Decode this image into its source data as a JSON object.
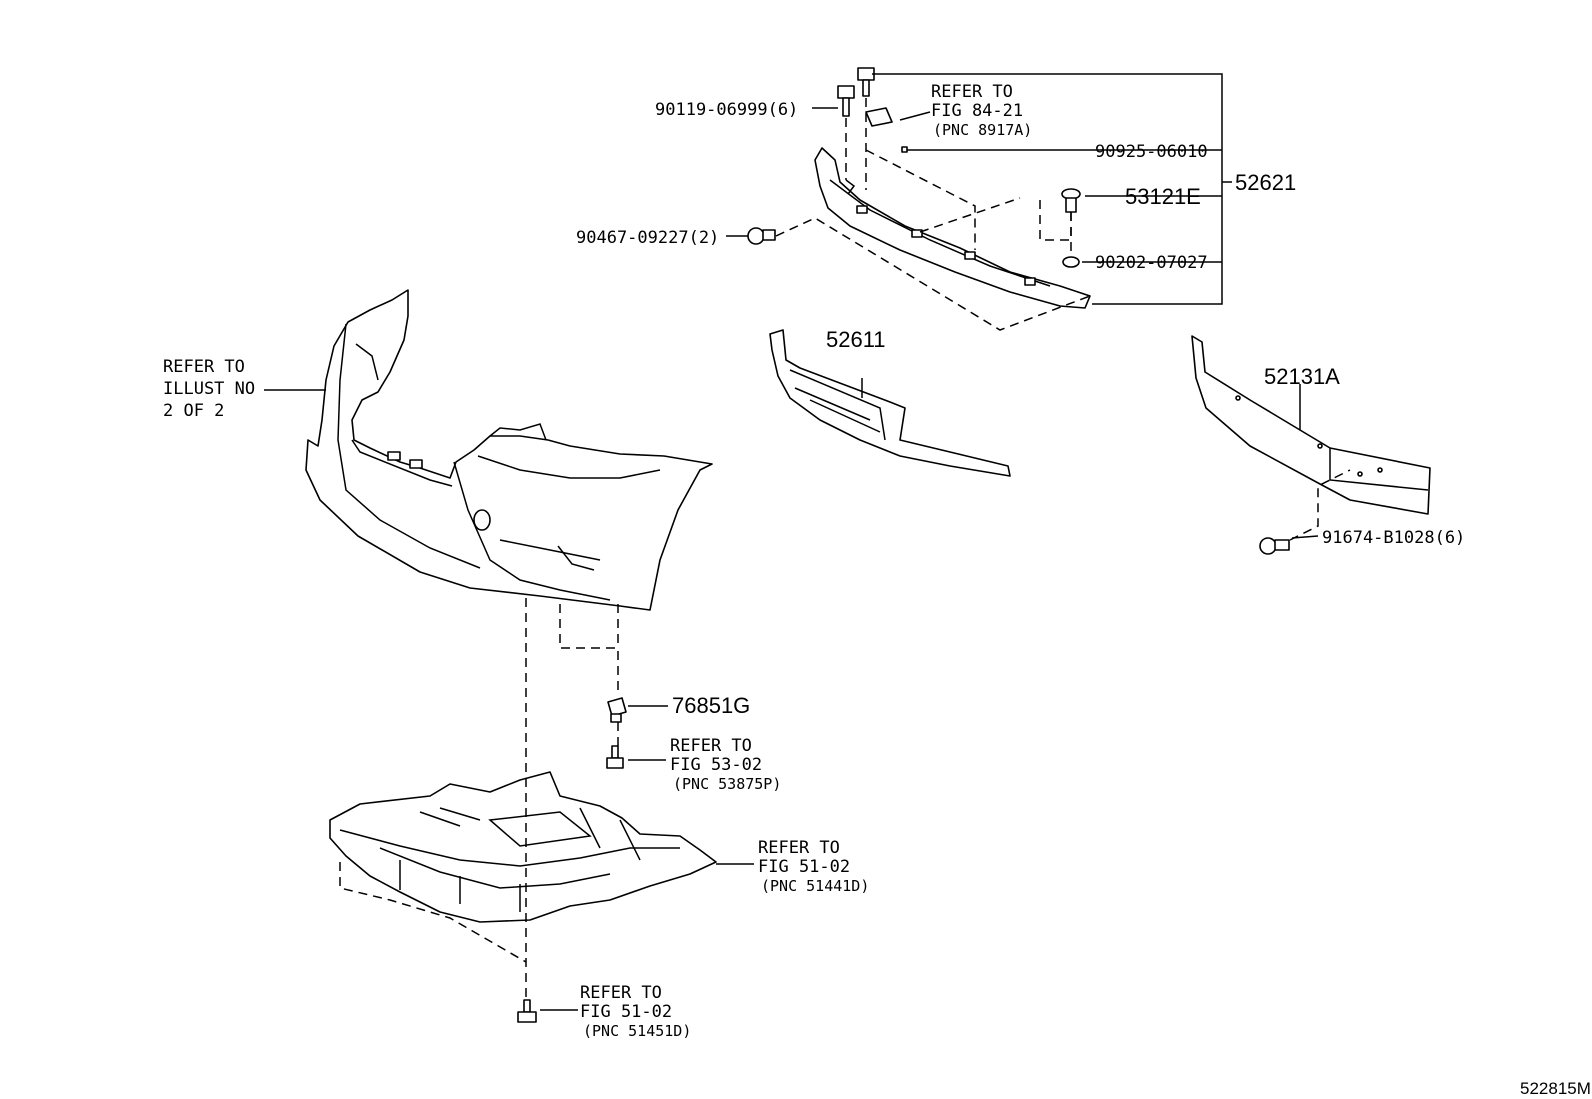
{
  "callouts": {
    "bolt_90119": "90119-06999(6)",
    "refer_8917a_line1": "REFER TO",
    "refer_8917a_line2": "FIG 84-21",
    "refer_8917a_line3": "(PNC 8917A)",
    "clip_90925": "90925-06010",
    "clip_53121e": "53121E",
    "retainer_52621": "52621",
    "nut_90467": "90467-09227(2)",
    "clip_90202": "90202-07027",
    "support_52611": "52611",
    "reinforcement_52131a": "52131A",
    "bolt_91674": "91674-B1028(6)",
    "refer_illust_line1": "REFER TO",
    "refer_illust_line2": "ILLUST NO",
    "refer_illust_line3": "2 OF 2",
    "nut_76851g": "76851G",
    "refer_53875p_line1": "REFER TO",
    "refer_53875p_line2": "FIG 53-02",
    "refer_53875p_line3": "(PNC 53875P)",
    "refer_51441d_line1": "REFER TO",
    "refer_51441d_line2": "FIG 51-02",
    "refer_51441d_line3": "(PNC 51441D)",
    "refer_51451d_line1": "REFER TO",
    "refer_51451d_line2": "FIG 51-02",
    "refer_51451d_line3": "(PNC 51451D)"
  },
  "diagram_code": "522815M"
}
